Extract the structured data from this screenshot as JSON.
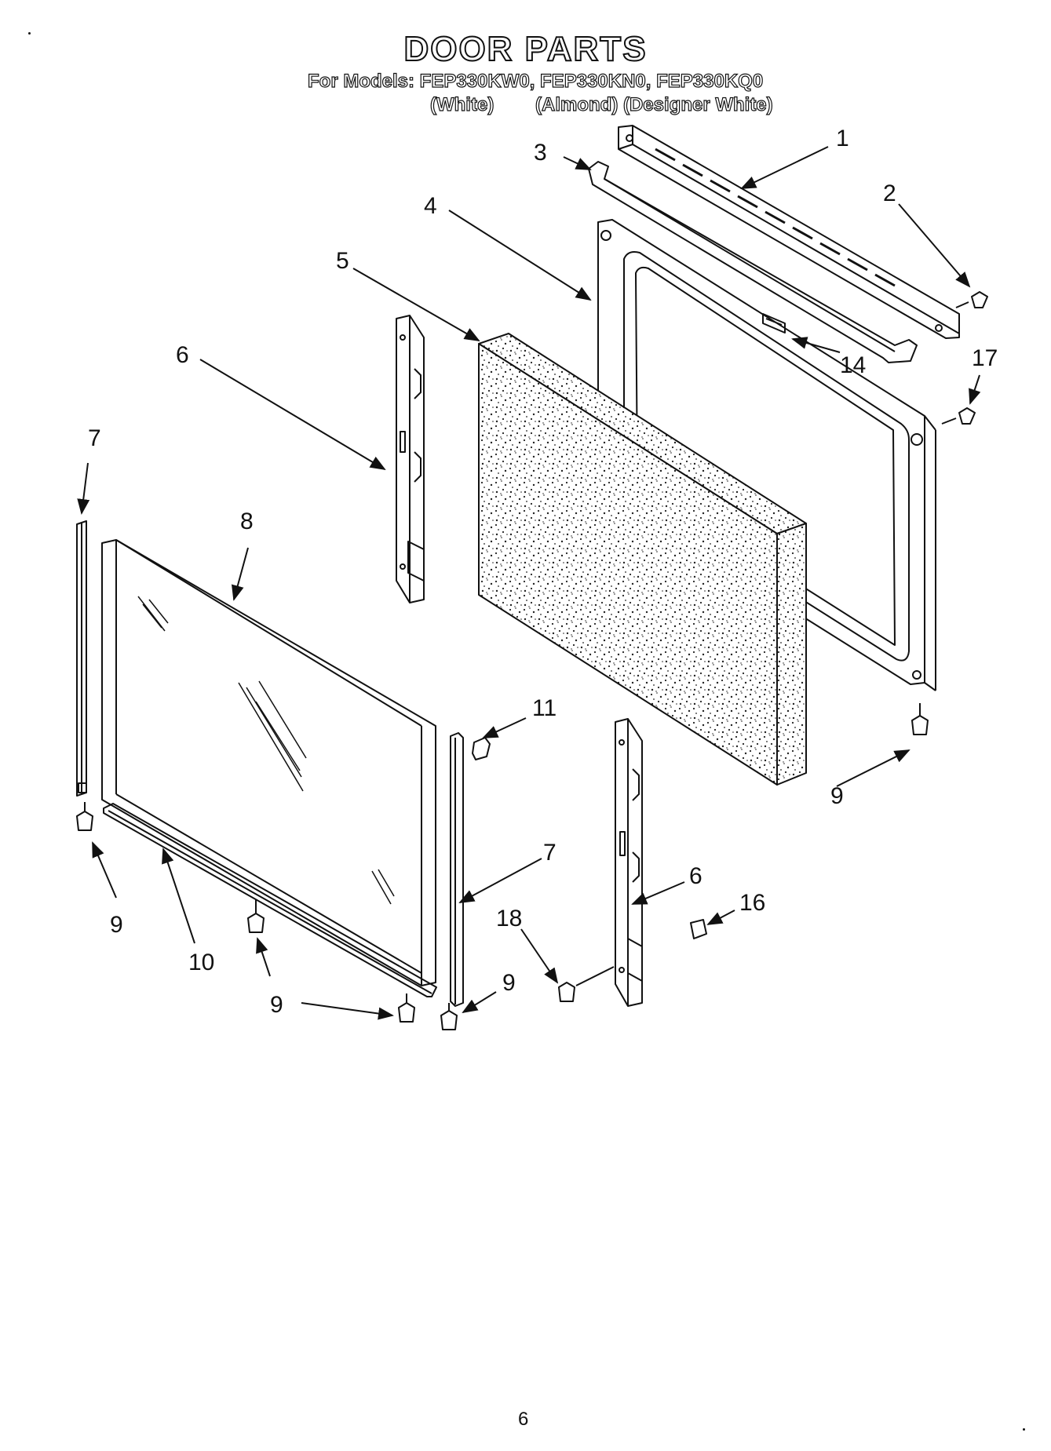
{
  "header": {
    "title": "DOOR PARTS",
    "models_line": "For Models: FEP330KW0, FEP330KN0, FEP330KQ0",
    "variant_white": "(White)",
    "variant_almond_designer": "(Almond) (Designer White)"
  },
  "callouts": [
    {
      "id": "c1",
      "text": "1"
    },
    {
      "id": "c2",
      "text": "2"
    },
    {
      "id": "c3",
      "text": "3"
    },
    {
      "id": "c4",
      "text": "4"
    },
    {
      "id": "c5",
      "text": "5"
    },
    {
      "id": "c6a",
      "text": "6"
    },
    {
      "id": "c6b",
      "text": "6"
    },
    {
      "id": "c7a",
      "text": "7"
    },
    {
      "id": "c7b",
      "text": "7"
    },
    {
      "id": "c8",
      "text": "8"
    },
    {
      "id": "c9a",
      "text": "9"
    },
    {
      "id": "c9b",
      "text": "9"
    },
    {
      "id": "c9c",
      "text": "9"
    },
    {
      "id": "c9d",
      "text": "9"
    },
    {
      "id": "c10",
      "text": "10"
    },
    {
      "id": "c11",
      "text": "11"
    },
    {
      "id": "c14",
      "text": "14"
    },
    {
      "id": "c16",
      "text": "16"
    },
    {
      "id": "c17",
      "text": "17"
    },
    {
      "id": "c18",
      "text": "18"
    }
  ],
  "footer": {
    "page_number": "6"
  },
  "colors": {
    "ink": "#111111",
    "paper": "#ffffff"
  }
}
